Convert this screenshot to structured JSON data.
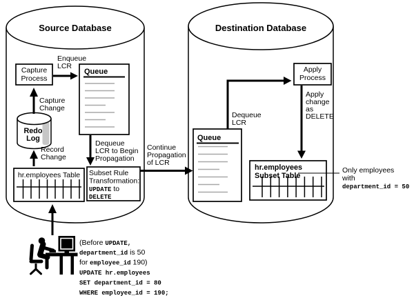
{
  "colors": {
    "background": "#ffffff",
    "line": "#000000",
    "queue_entry_line": "#a8a8a8",
    "redo_log_shadow": "#c6c6c6"
  },
  "source": {
    "title": "Source Database",
    "capture_process": [
      "Capture",
      "Process"
    ],
    "enqueue_label": [
      "Enqueue",
      "LCR"
    ],
    "queue": {
      "label": "Queue"
    },
    "capture_change_label": [
      "Capture",
      "Change"
    ],
    "redo_log_label": [
      "Redo",
      "Log"
    ],
    "record_change_label": [
      "Record",
      "Change"
    ],
    "employees_table_label": "hr.employees Table",
    "dequeue_label": [
      "Dequeue",
      "LCR to Begin",
      "Propagation"
    ],
    "subset_rule_box": {
      "line1": "Subset Rule",
      "line2": "Transformation:",
      "update_mono": "UPDATE",
      "to_sans": " to",
      "delete_mono": "DELETE"
    }
  },
  "propagation_label": [
    "Continue",
    "Propagation",
    "of LCR"
  ],
  "destination": {
    "title": "Destination Database",
    "queue": {
      "label": "Queue"
    },
    "dequeue_label": [
      "Dequeue",
      "LCR"
    ],
    "apply_process": [
      "Apply",
      "Process"
    ],
    "apply_change_label": [
      "Apply",
      "change",
      "as",
      "DELETE"
    ],
    "subset_table_label": [
      "hr.employees",
      "Subset Table"
    ],
    "annotation": [
      "Only employees",
      "with",
      "department_id = 50"
    ]
  },
  "user_action": {
    "line1_sans": "(Before ",
    "line1_mono": "UPDATE,",
    "line2_mono": "department_id",
    "line2_sans": " is 50",
    "line3_sans_a": "for ",
    "line3_mono": "employee_id",
    "line3_sans_b": " 190)",
    "line4_mono": "UPDATE hr.employees",
    "line5_mono": "SET department_id = 80",
    "line6_mono": "WHERE employee_id = 190;"
  }
}
